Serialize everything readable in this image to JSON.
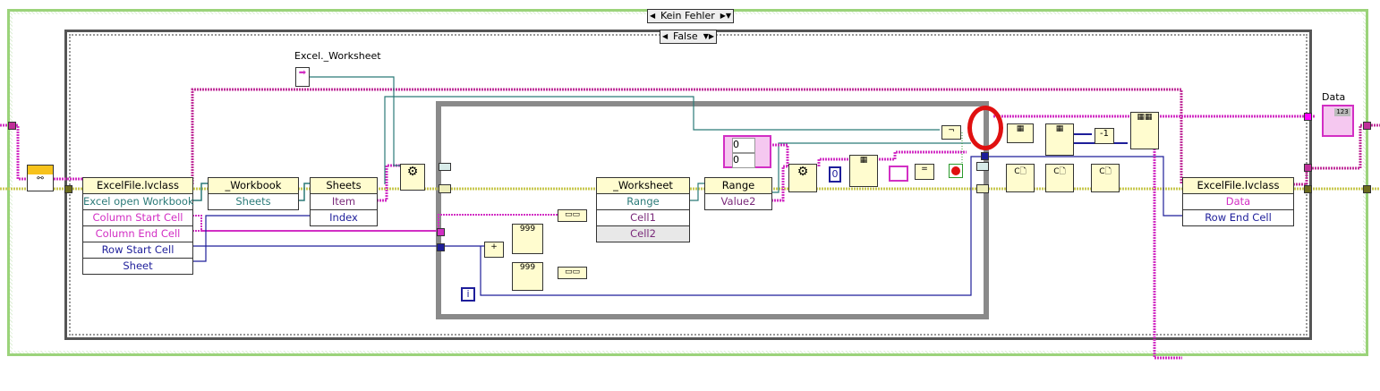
{
  "outer_case": {
    "selector": "Kein Fehler"
  },
  "inner_case": {
    "selector": "False"
  },
  "constant": {
    "label": "Excel._Worksheet"
  },
  "unbundle_node": {
    "title": "ExcelFile.lvclass",
    "rows": [
      "Excel open Workbook",
      "Column Start Cell",
      "Column End Cell",
      "Row Start Cell",
      "Sheet"
    ]
  },
  "workbook_node": {
    "title": "_Workbook",
    "rows": [
      "Sheets"
    ]
  },
  "sheets_node": {
    "title": "Sheets",
    "rows": [
      "Item",
      "Index"
    ]
  },
  "worksheet_node": {
    "title": "_Worksheet",
    "rows": [
      "Range",
      "Cell1",
      "Cell2"
    ]
  },
  "range_node": {
    "title": "Range",
    "rows": [
      "Value2"
    ]
  },
  "bundle_node": {
    "title": "ExcelFile.lvclass",
    "rows": [
      "Data",
      "Row End Cell"
    ]
  },
  "array_constant": {
    "values": [
      "0",
      "0"
    ]
  },
  "index_constant": "0",
  "iteration_terminal": "i",
  "indicator": {
    "label": "Data",
    "badge": "123"
  },
  "decrement_label": "-1",
  "colors": {
    "case_border": "#9bd37a",
    "loop_border": "#8a8a8a",
    "wire_pink": "#d22fc4",
    "wire_teal": "#2b7a78",
    "wire_navy": "#1e1e9a",
    "wire_error": "#c8c850",
    "highlight": "#e01010"
  }
}
